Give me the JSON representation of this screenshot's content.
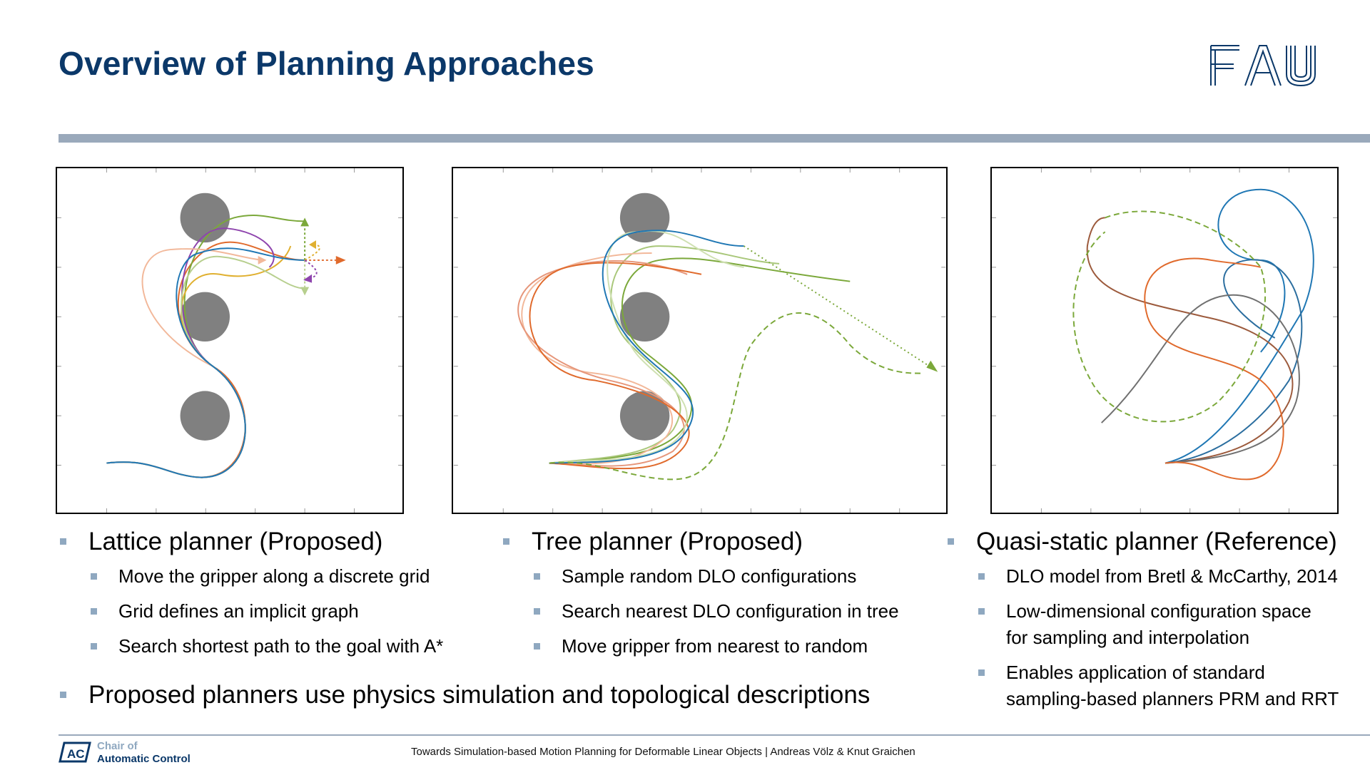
{
  "slide": {
    "title": "Overview of Planning Approaches",
    "logo_text": "FAU"
  },
  "columns": [
    {
      "heading": "Lattice planner (Proposed)",
      "items": [
        "Move the gripper along a discrete grid",
        "Grid defines an implicit graph",
        "Search shortest path to the goal with A*"
      ]
    },
    {
      "heading": "Tree planner (Proposed)",
      "items": [
        "Sample random DLO configurations",
        "Search nearest DLO configuration in tree",
        "Move gripper from nearest to random"
      ]
    },
    {
      "heading": "Quasi-static planner (Reference)",
      "items": [
        [
          "DLO model from Bretl & McCarthy, 2014"
        ],
        [
          "Low-dimensional configuration space",
          "for sampling and interpolation"
        ],
        [
          "Enables application of standard",
          "sampling-based planners PRM and RRT"
        ]
      ]
    }
  ],
  "summary": "Proposed planners use physics simulation and topological descriptions",
  "footer": {
    "chair_line1": "Chair of",
    "chair_line2": "Automatic Control",
    "chair_badge": "AC",
    "citation": "Towards Simulation-based Motion Planning for Deformable Linear Objects | Andreas Völz & Knut Graichen"
  },
  "colors": {
    "title": "#0b3869",
    "bar": "#9aa9bb",
    "bullet": "#8fa8c0",
    "obstacle": "#808080",
    "blue": "#1f77b4",
    "orange": "#e06a2c",
    "green": "#7ba83a",
    "purple": "#8e44ad",
    "yellow": "#e0b030"
  }
}
